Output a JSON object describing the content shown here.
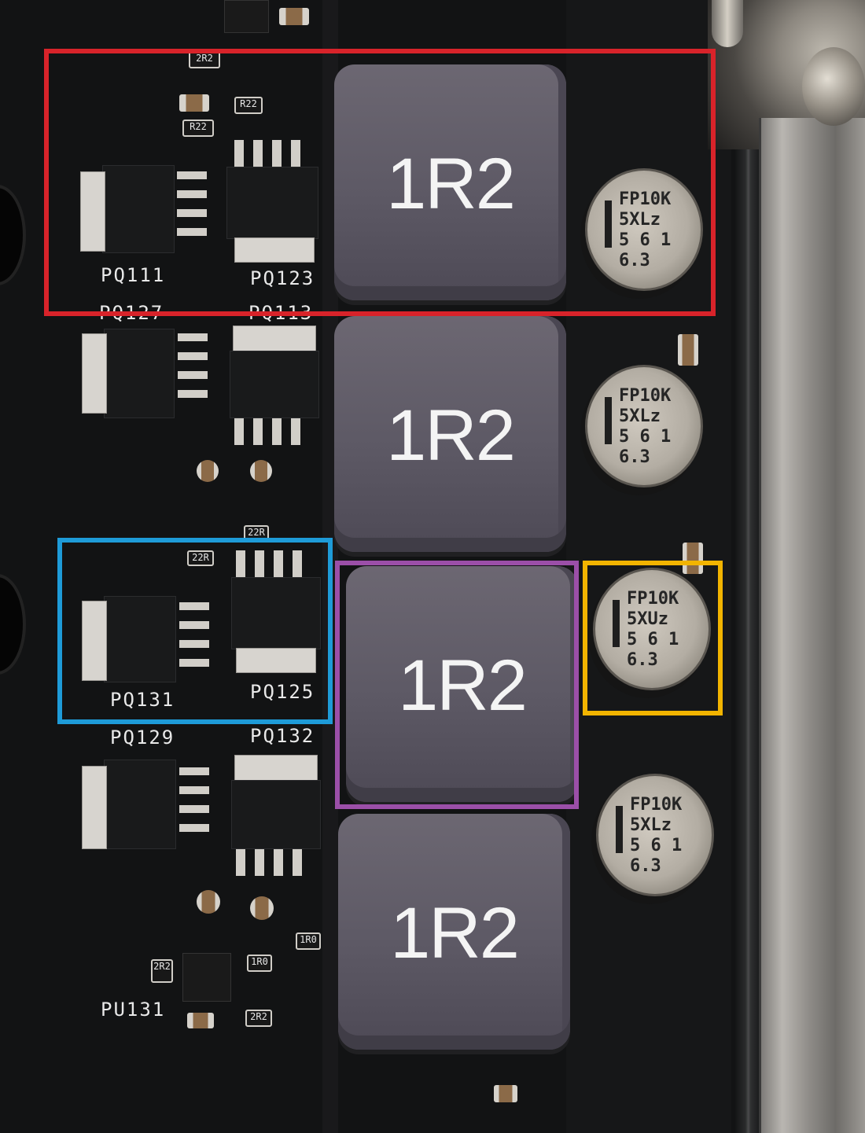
{
  "inductor_marking": "1R2",
  "capacitors": [
    {
      "line1": "FP10K",
      "line2": "5XLz",
      "line3": "5 6 1",
      "line4": "6.3"
    },
    {
      "line1": "FP10K",
      "line2": "5XLz",
      "line3": "5 6 1",
      "line4": "6.3"
    },
    {
      "line1": "FP10K",
      "line2": "5XUz",
      "line3": "5 6 1",
      "line4": "6.3"
    },
    {
      "line1": "FP10K",
      "line2": "5XLz",
      "line3": "5 6 1",
      "line4": "6.3"
    }
  ],
  "silkscreen": {
    "pq111": "PQ111",
    "pq123": "PQ123",
    "pq127": "PQ127",
    "pq113": "PQ113",
    "pq131": "PQ131",
    "pq125": "PQ125",
    "pq129": "PQ129",
    "pq132": "PQ132",
    "pu131": "PU131"
  },
  "resistor_codes": {
    "r1": "R22",
    "r2": "R22",
    "r3": "2R2",
    "r4": "22R",
    "r5": "22R",
    "r6": "1R0",
    "r7": "1R0",
    "r8": "2R2",
    "r9": "2R2"
  },
  "colors": {
    "red_box": "#d8232a",
    "blue_box": "#1e9bd8",
    "purple_box": "#9b4fa8",
    "yellow_box": "#f2b400"
  }
}
